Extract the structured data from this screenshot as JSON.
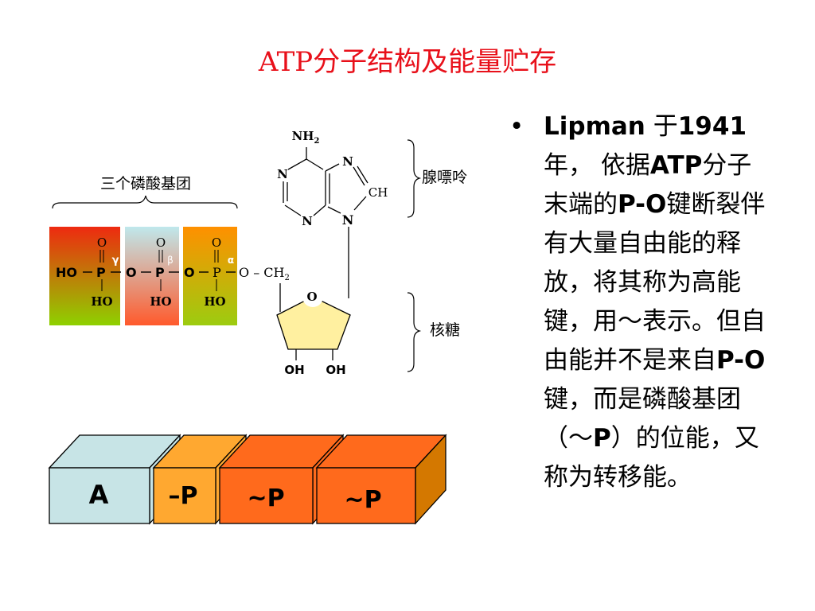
{
  "slide": {
    "title": "ATP分子结构及能量贮存"
  },
  "diagram": {
    "phosphate_group_label": "三个磷酸基团",
    "adenine_label": "腺嘌呤",
    "ribose_label": "核糖",
    "nh2": "NH",
    "nh2_sub": "2",
    "ring_n1": "N",
    "ring_n2": "N",
    "ring_n3": "N",
    "ring_n4": "N",
    "ring_ch": "CH",
    "ch2": "O – CH",
    "ch2_sub": "2",
    "sugar_o": "O",
    "oh1": "OH",
    "oh2": "OH",
    "ho_left": "HO",
    "p1": "P",
    "p2": "P",
    "p3": "P",
    "o_link1": "O",
    "o_link2": "O",
    "dbl_o1": "O",
    "dbl_o2": "O",
    "dbl_o3": "O",
    "ho1": "HO",
    "ho2": "HO",
    "ho3": "HO",
    "gamma": "γ",
    "beta": "β",
    "alpha": "α",
    "colors": {
      "gamma_top": "#ee2a10",
      "gamma_bottom": "#8ed100",
      "beta_top": "#bfe8ec",
      "beta_bottom": "#ff5a2c",
      "alpha_top": "#ff9000",
      "alpha_bottom": "#9ccc10",
      "ribose": "#fff0a0"
    }
  },
  "blocks": {
    "a_label": "A",
    "p1_label": "–P",
    "p2_label": "~P",
    "p3_label": "~P",
    "colors": {
      "a_front": "#c7e4e6",
      "p1_front": "#ffa830",
      "p_front": "#ff6a1c",
      "end_side": "#d47800"
    }
  },
  "bullet": {
    "marker": "•",
    "t1": "Lipman",
    "t2": " 于",
    "t3": "1941",
    "t4": "年， 依据",
    "t5": "ATP",
    "t6": "分子末端的",
    "t7": "P-O",
    "t8": "键断裂伴有大量自由能的释放，将其称为高能键，用～表示。但自由能并不是来自",
    "t9": "P-O",
    "t10": "键，而是磷酸基团（～",
    "t11": "P",
    "t12": "）的位能，又称为转移能。"
  }
}
